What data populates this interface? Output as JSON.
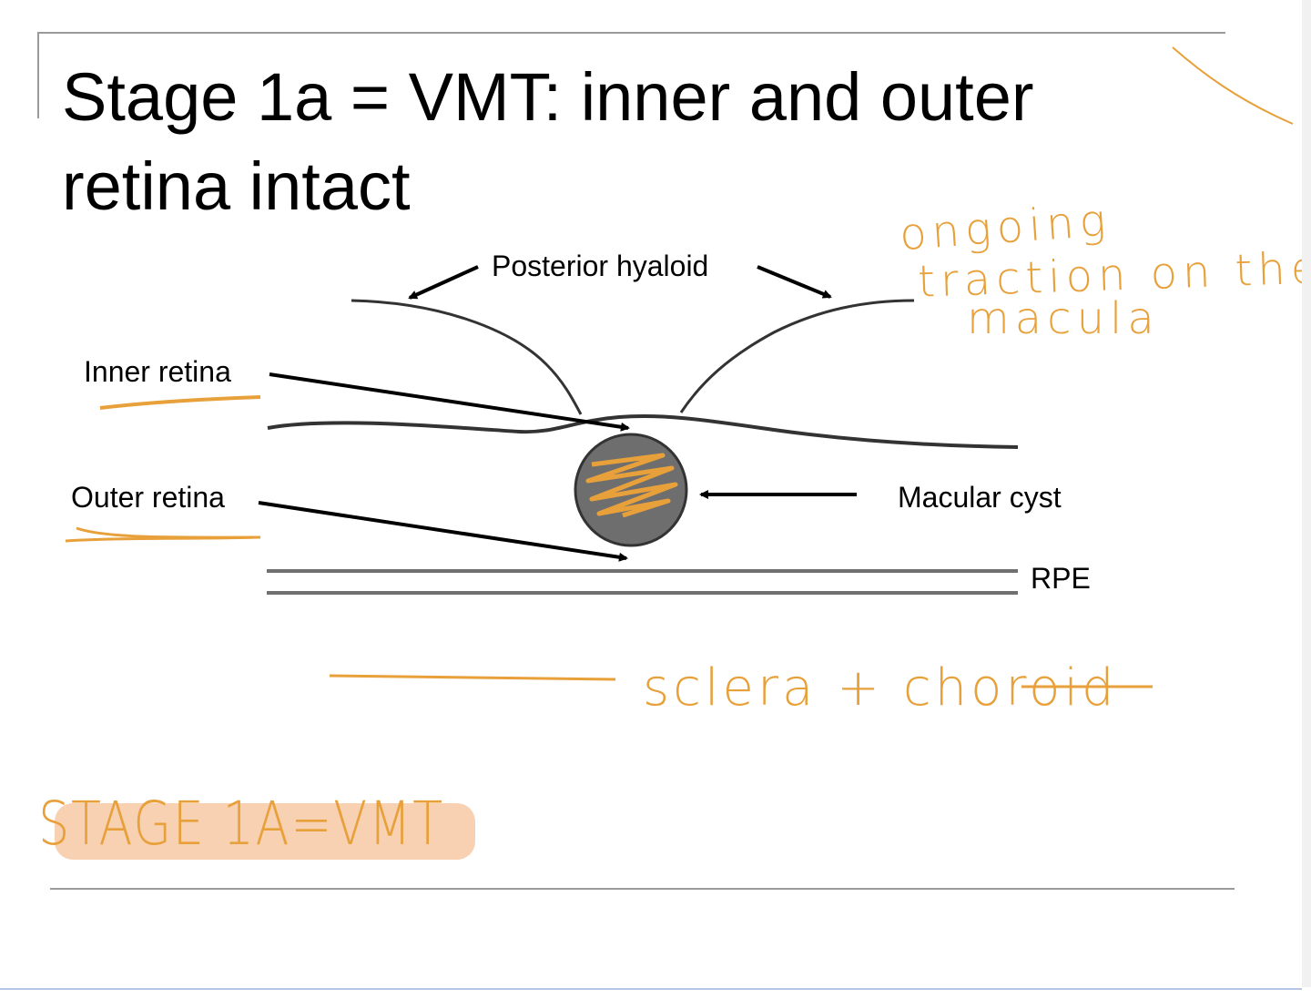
{
  "slide": {
    "title": "Stage 1a = VMT: inner and outer retina intact"
  },
  "labels": {
    "posterior_hyaloid": "Posterior hyaloid",
    "inner_retina": "Inner retina",
    "outer_retina": "Outer retina",
    "macular_cyst": "Macular cyst",
    "rpe": "RPE"
  },
  "annotations": {
    "traction_line1": "ongoing",
    "traction_line2": "traction on the",
    "traction_line3": "macula",
    "sclera": "sclera + choroid",
    "stage": "STAGE 1A=VMT"
  },
  "colors": {
    "ink": "#000000",
    "line": "#333333",
    "rpe_line": "#707070",
    "cyst_fill": "#6e6e6e",
    "annotation": "#e8a03a",
    "highlight": "#f6c9a4",
    "frame": "#9a9a9a",
    "bottom_border": "#b7c6e6"
  }
}
